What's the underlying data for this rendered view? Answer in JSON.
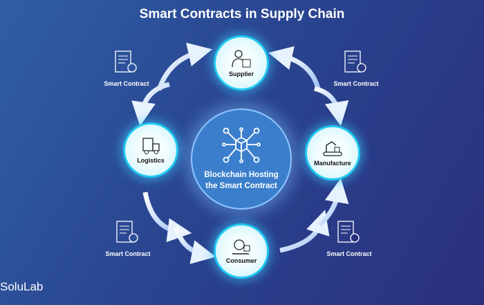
{
  "title": "Smart Contracts in Supply Chain",
  "center": {
    "label_line1": "Blockchain Hosting",
    "label_line2": "the Smart Contract"
  },
  "nodes": {
    "supplier": "Supplier",
    "logistics": "Logistics",
    "manufacture": "Manufacture",
    "consumer": "Consumer"
  },
  "contracts": [
    "Smart Contract",
    "Smart Contract",
    "Smart Contract",
    "Smart Contract"
  ],
  "logo": "SoluLab"
}
